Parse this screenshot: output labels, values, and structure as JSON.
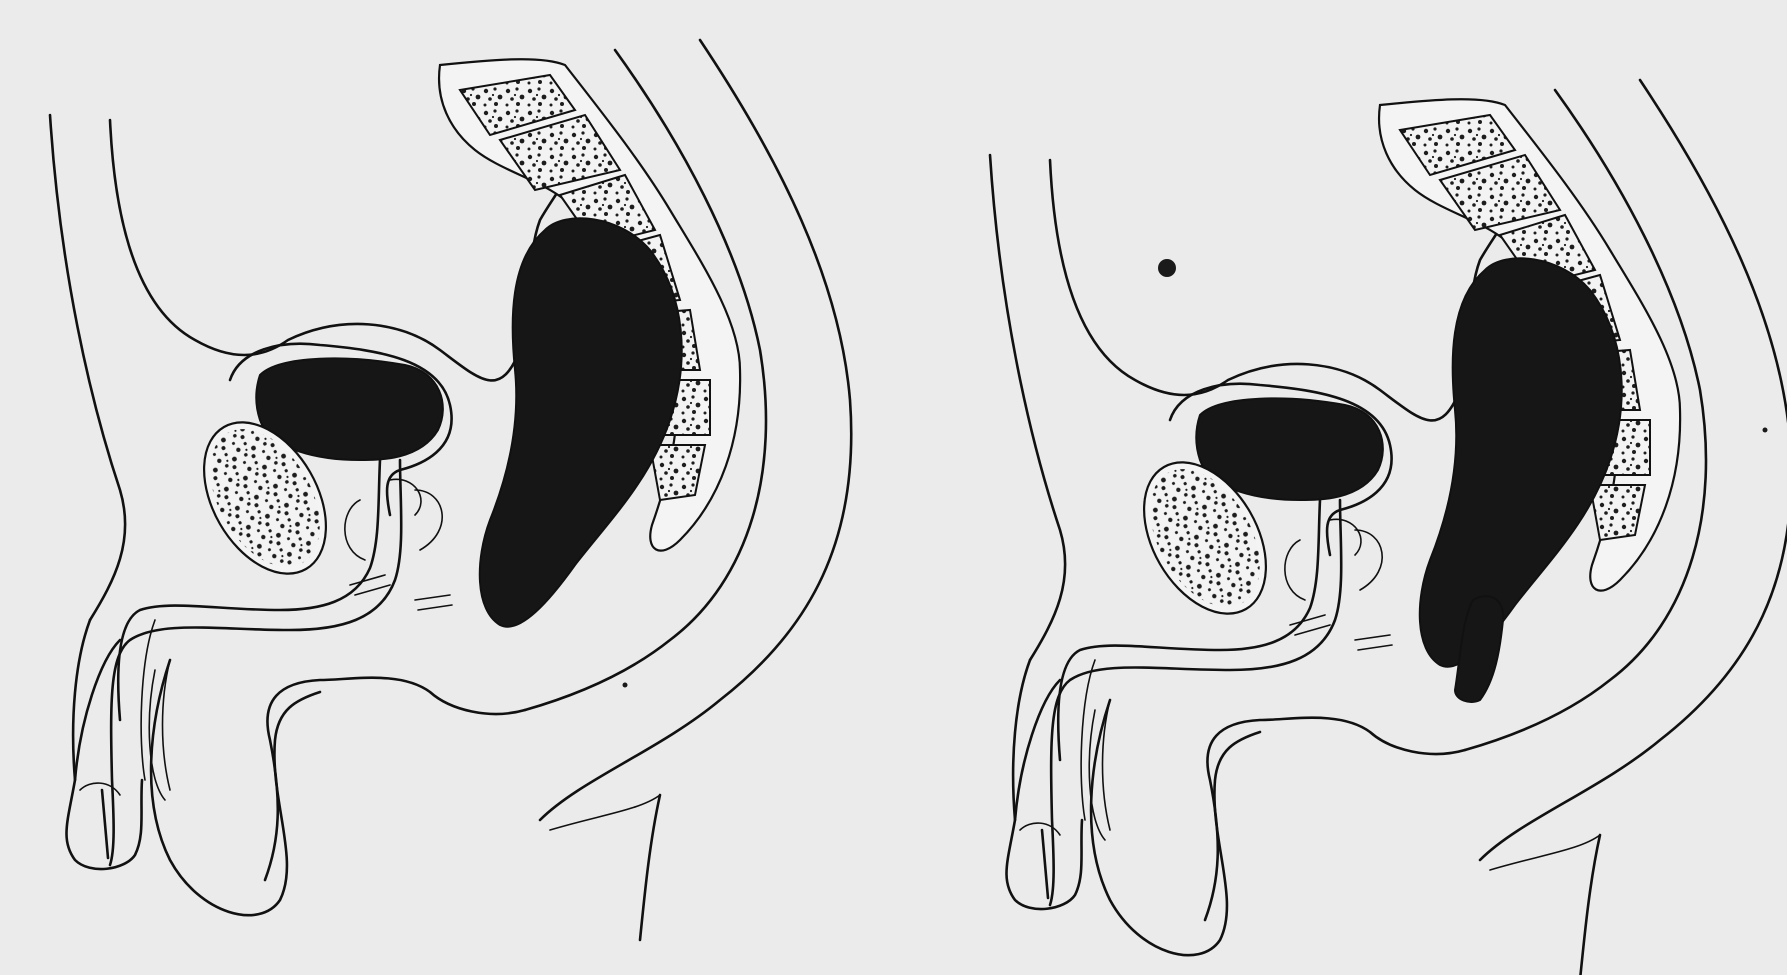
{
  "figure": {
    "colors": {
      "background": "#ebebeb",
      "ink": "#111111",
      "hatched_organ": "#161616"
    },
    "panels": [
      {
        "id": "left",
        "variant": "normal"
      },
      {
        "id": "right",
        "variant": "altered"
      }
    ]
  }
}
